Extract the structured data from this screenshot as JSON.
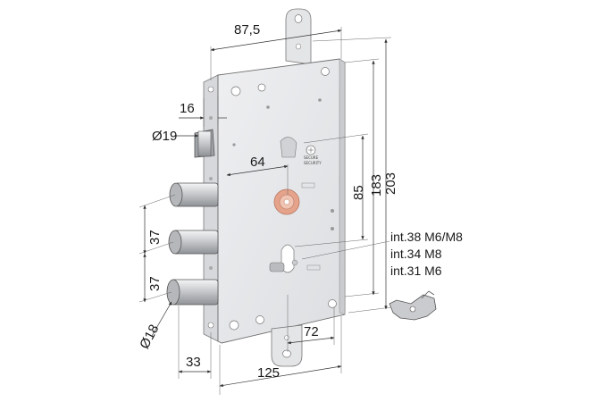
{
  "drawing": {
    "dimensions": {
      "width_total": "87,5",
      "faceplate_offset": "16",
      "backset_bar": "64",
      "height_183": "183",
      "height_85": "85",
      "height_203": "203",
      "bolt_spacing_1": "37",
      "bolt_spacing_2": "37",
      "bolt_dia": "Ø18",
      "latch_dia": "Ø19",
      "bottom_72": "72",
      "bottom_33": "33",
      "bottom_125": "125"
    },
    "notes": {
      "int_38": "int.38 M6/M8",
      "int_34": "int.34 M8",
      "int_31": "int.31 M6"
    },
    "badge": {
      "line1": "SECURE",
      "line2": "SECURITY"
    },
    "colors": {
      "body": "#e6e7e9",
      "body_edge": "#cfd1d4",
      "chrome": "#c9cbce",
      "ink": "#1a1a1a"
    }
  }
}
